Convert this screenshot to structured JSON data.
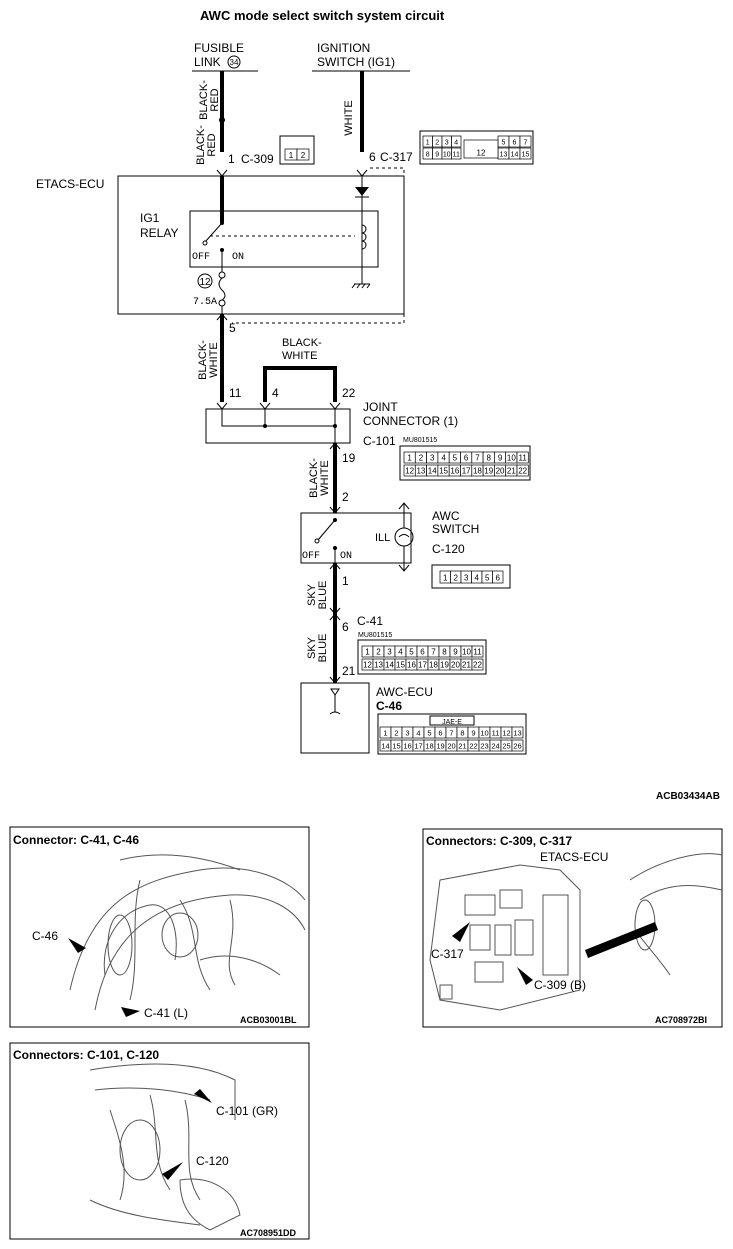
{
  "title": "AWC mode select switch system circuit",
  "sources": {
    "fusible_link": [
      "FUSIBLE",
      "LINK"
    ],
    "fusible_link_num": "34",
    "ignition": [
      "IGNITION",
      "SWITCH (IG1)"
    ]
  },
  "wires": {
    "black_red": [
      "BLACK-",
      "RED"
    ],
    "white": "WHITE",
    "black_white": [
      "BLACK-",
      "WHITE"
    ],
    "sky_blue": [
      "SKY",
      "BLUE"
    ]
  },
  "pins": {
    "p1": "1",
    "c309": "C-309",
    "p6": "6",
    "c317": "C-317",
    "p5": "5",
    "p11": "11",
    "p4": "4",
    "p22": "22",
    "p19": "19",
    "p2": "2",
    "p1b": "1",
    "p6b": "6",
    "p21": "21"
  },
  "etacs": {
    "label": "ETACS-ECU",
    "relay": [
      "IG1",
      "RELAY"
    ],
    "off": "OFF",
    "on": "ON",
    "fuse_num": "12",
    "fuse_rating": "7.5A"
  },
  "joint": {
    "label": [
      "JOINT",
      "CONNECTOR (1)"
    ],
    "connector": "C-101",
    "part": "MU801515"
  },
  "awc_switch": {
    "label": [
      "AWC",
      "SWITCH"
    ],
    "connector": "C-120",
    "ill": "ILL",
    "off": "OFF",
    "on": "ON"
  },
  "c41": {
    "connector": "C-41",
    "part": "MU801515"
  },
  "awc_ecu": {
    "label": "AWC-ECU",
    "connector": "C-46",
    "code": "JAE-E"
  },
  "connector_faces": {
    "c309": [
      "1",
      "2"
    ],
    "c317_top_left": [
      "1",
      "2",
      "3",
      "4"
    ],
    "c317_top_right": [
      "5",
      "6",
      "7"
    ],
    "c317_bottom_left": [
      "8",
      "9",
      "10",
      "11"
    ],
    "c317_center": "12",
    "c317_bottom_right": [
      "13",
      "14",
      "15"
    ],
    "c101_top": [
      "1",
      "2",
      "3",
      "4",
      "5",
      "6",
      "7",
      "8",
      "9",
      "10",
      "11"
    ],
    "c101_bottom": [
      "12",
      "13",
      "14",
      "15",
      "16",
      "17",
      "18",
      "19",
      "20",
      "21",
      "22"
    ],
    "c120": [
      "1",
      "2",
      "3",
      "4",
      "5",
      "6"
    ],
    "c46_top": [
      "1",
      "2",
      "3",
      "4",
      "5",
      "6",
      "7",
      "8",
      "9",
      "10",
      "11",
      "12",
      "13"
    ],
    "c46_bottom": [
      "14",
      "15",
      "16",
      "17",
      "18",
      "19",
      "20",
      "21",
      "22",
      "23",
      "24",
      "25",
      "26"
    ]
  },
  "figure_code": "ACB03434AB",
  "panels": [
    {
      "title": "Connector: C-41, C-46",
      "labels": [
        "C-46",
        "C-41 (L)"
      ],
      "code": "ACB03001BL"
    },
    {
      "title": "Connectors: C-309, C-317",
      "labels": [
        "ETACS-ECU",
        "C-317",
        "C-309 (B)"
      ],
      "code": "AC708972BI"
    },
    {
      "title": "Connectors: C-101, C-120",
      "labels": [
        "C-101 (GR)",
        "C-120"
      ],
      "code": "AC708951DD"
    }
  ]
}
